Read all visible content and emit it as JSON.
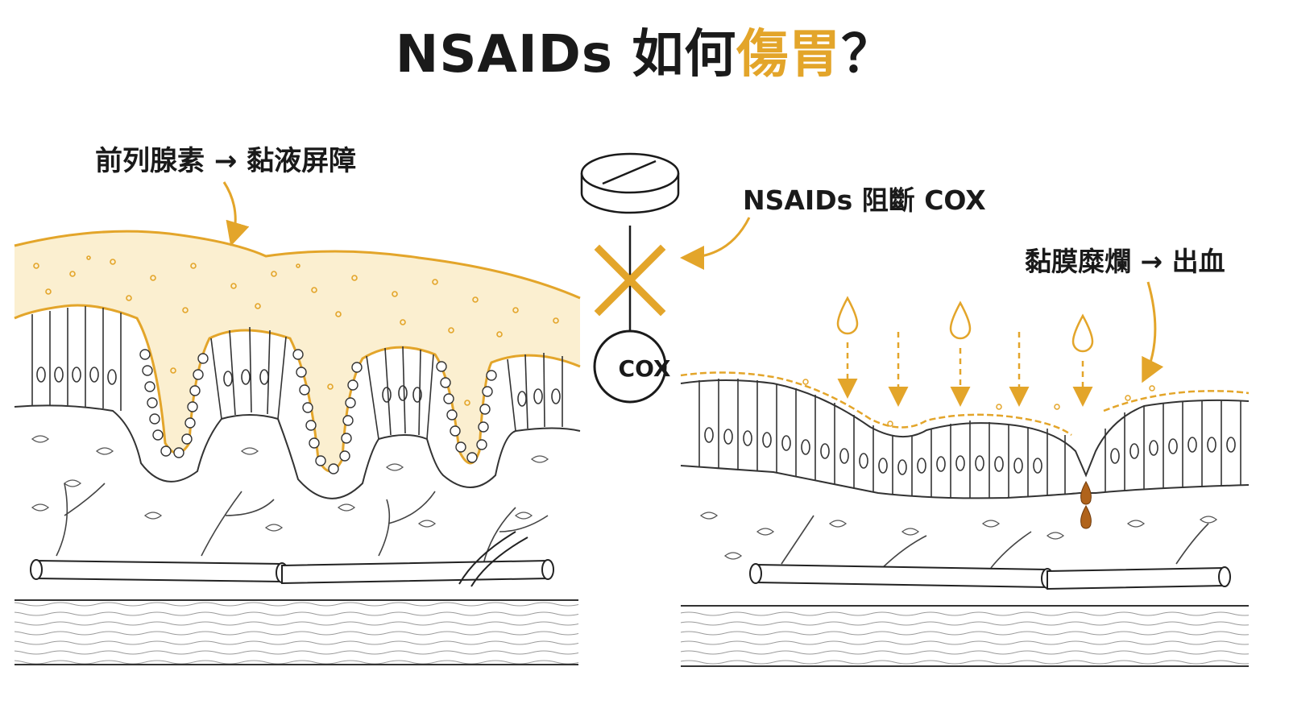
{
  "title": {
    "prefix": "NSAIDs 如何",
    "highlight": "傷胃",
    "suffix": "？"
  },
  "labels": {
    "left_panel": "前列腺素 → 黏液屏障",
    "blocker": "NSAIDs 阻斷 COX",
    "right_panel": "黏膜糜爛 → 出血"
  },
  "enzyme": "COX",
  "colors": {
    "accent": "#E3A52A",
    "mucus_fill": "#FBEFD0",
    "blood": "#B0631B",
    "ink": "#1a1a1a"
  },
  "icons": [
    "pill-icon",
    "block-x-icon",
    "acid-drop-icon",
    "blood-drop-icon"
  ]
}
